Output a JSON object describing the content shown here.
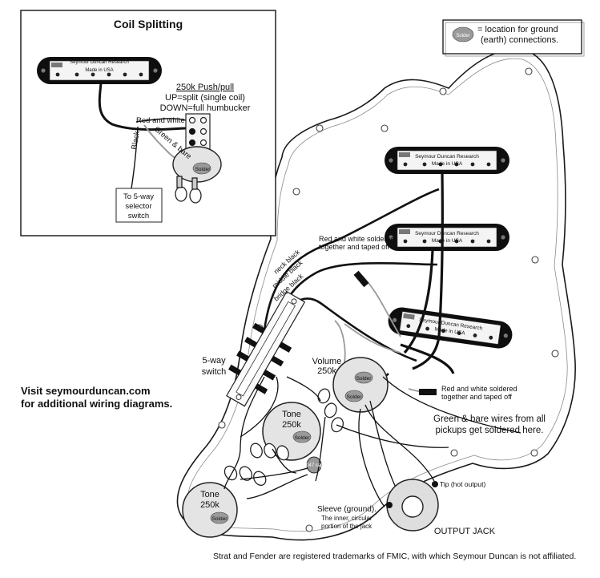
{
  "coil_split": {
    "title": "Coil Splitting",
    "pot_title": "250k Push/pull",
    "pot_up": "UP=split (single coil)",
    "pot_down": "DOWN=full humbucker",
    "wire_red_white": "Red and white",
    "wire_green_bare": "Green & bare",
    "wire_black": "Black",
    "selector_note": [
      "To 5-way",
      "selector",
      "switch"
    ]
  },
  "legend": {
    "badge": "Solder",
    "text": [
      "= location for ground",
      "(earth) connections."
    ]
  },
  "pickup": {
    "brand": "Seymour Duncan Research",
    "origin": "Made in USA"
  },
  "labels": {
    "red_white_top": [
      "Red and white soldered",
      "together and taped off"
    ],
    "red_white_bottom": [
      "Red and white soldered",
      "together and taped off"
    ],
    "neck_black": "neck black",
    "middle_black": "middle black",
    "bridge_black": "bridge black",
    "switch": [
      "5-way",
      "switch"
    ],
    "volume": [
      "Volume",
      "250k"
    ],
    "tone_mid": [
      "Tone",
      "250k"
    ],
    "tone_low": [
      "Tone",
      "250k"
    ],
    "solder": "Solder",
    "cap": ".047 cap",
    "green_bare_note": [
      "Green & bare wires from all",
      "pickups get soldered here."
    ],
    "tip": "Tip (hot output)",
    "sleeve": [
      "Sleeve (ground).",
      "The inner, circular",
      "portion of the jack"
    ],
    "output_jack": "OUTPUT JACK"
  },
  "visit": [
    "Visit seymourduncan.com",
    "for additional wiring diagrams."
  ],
  "footer": "Strat and Fender are registered trademarks of FMIC, with which Seymour Duncan is not affiliated."
}
